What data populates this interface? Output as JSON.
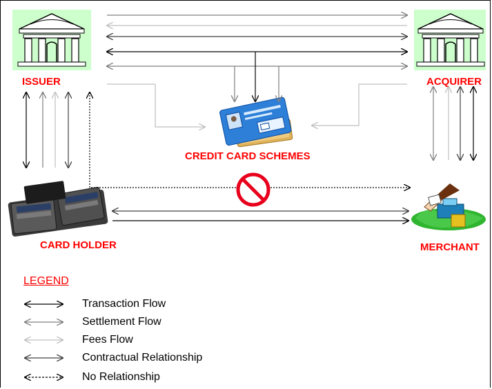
{
  "entities": {
    "issuer": "ISSUER",
    "acquirer": "ACQUIRER",
    "schemes": "CREDIT CARD SCHEMES",
    "card_holder": "CARD HOLDER",
    "merchant": "MERCHANT"
  },
  "legend": {
    "title": "LEGEND",
    "items": [
      {
        "label": "Transaction Flow",
        "color": "#000000",
        "style": "solid"
      },
      {
        "label": "Settlement Flow",
        "color": "#7f7f7f",
        "style": "solid"
      },
      {
        "label": "Fees Flow",
        "color": "#bfbfbf",
        "style": "solid"
      },
      {
        "label": "Contractual Relationship",
        "color": "#404040",
        "style": "solid"
      },
      {
        "label": "No Relationship",
        "color": "#000000",
        "style": "dashed"
      }
    ]
  },
  "icons": {
    "issuer": "bank-building-icon",
    "acquirer": "bank-building-icon",
    "schemes": "credit-cards-icon",
    "card_holder": "wallet-icon",
    "merchant": "cash-register-icon",
    "prohibited": "no-entry-icon"
  },
  "colors": {
    "label_red": "#ff0000",
    "bank_bg": "#ccffcc",
    "no_symbol": "#e8001c"
  }
}
